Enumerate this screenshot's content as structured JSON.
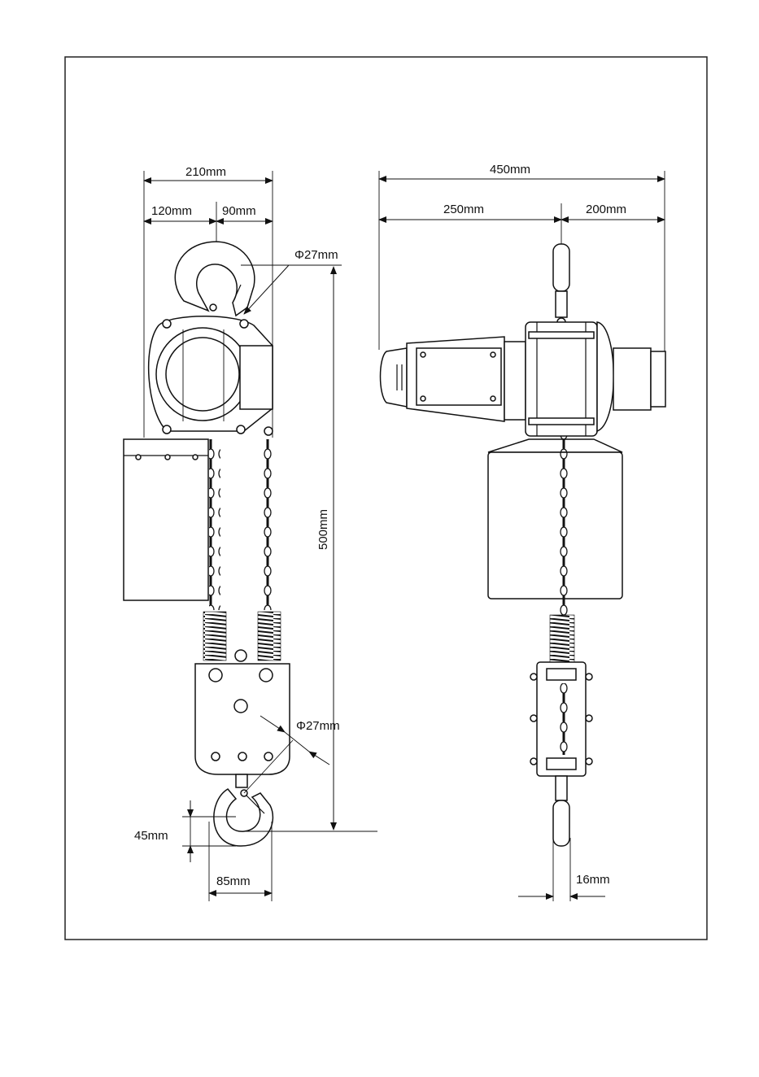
{
  "dimensions": {
    "side_total_width": "210mm",
    "side_left_width": "120mm",
    "side_right_width": "90mm",
    "top_hook_diameter": "Φ27mm",
    "height": "500mm",
    "bottom_hook_diameter": "Φ27mm",
    "hook_opening": "45mm",
    "hook_width": "85mm",
    "front_total_width": "450mm",
    "front_left_width": "250mm",
    "front_right_width": "200mm",
    "chain_width": "16mm"
  }
}
